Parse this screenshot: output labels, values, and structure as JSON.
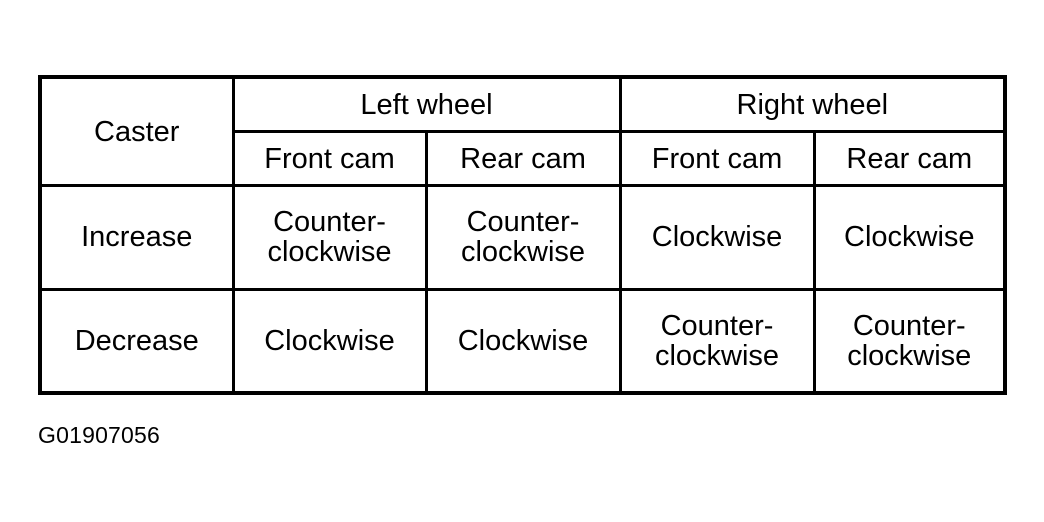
{
  "table": {
    "row_header_label": "Caster",
    "groups": [
      {
        "label": "Left wheel"
      },
      {
        "label": "Right wheel"
      }
    ],
    "sub_headers": [
      "Front cam",
      "Rear cam",
      "Front cam",
      "Rear cam"
    ],
    "rows": [
      {
        "label": "Increase",
        "cells": [
          "Counter-clockwise",
          "Counter-clockwise",
          "Clockwise",
          "Clockwise"
        ]
      },
      {
        "label": "Decrease",
        "cells": [
          "Clockwise",
          "Clockwise",
          "Counter-clockwise",
          "Counter-clockwise"
        ]
      }
    ]
  },
  "caption": "G01907056",
  "colors": {
    "ink": "#000000",
    "background": "#ffffff"
  }
}
